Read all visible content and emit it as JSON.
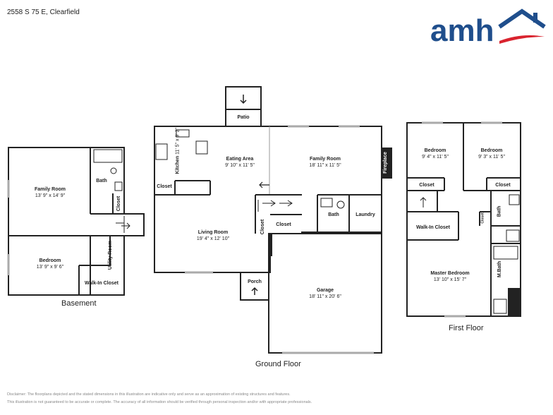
{
  "address": "2558 S 75 E, Clearfield",
  "logo": {
    "text": "amh",
    "brand_blue": "#1f4e8c",
    "brand_red": "#d9232e"
  },
  "floors": {
    "basement": "Basement",
    "ground": "Ground Floor",
    "first": "First Floor"
  },
  "rooms": {
    "basement_family": {
      "name": "Family Room",
      "dim": "13' 9\" x 14' 9\""
    },
    "basement_bath": {
      "name": "Bath"
    },
    "basement_closet": {
      "name": "Closet"
    },
    "basement_bedroom": {
      "name": "Bedroom",
      "dim": "13' 9\" x 9' 6\""
    },
    "utility": {
      "name": "Utility Room"
    },
    "basement_walkin": {
      "name": "Walk-In Closet"
    },
    "patio": {
      "name": "Patio"
    },
    "kitchen": {
      "name": "Kitchen",
      "dim": "11' 5\" x 9' 2\""
    },
    "eating": {
      "name": "Eating Area",
      "dim": "9' 10\" x 11' 5\""
    },
    "ground_family": {
      "name": "Family Room",
      "dim": "18' 11\" x 11' 5\""
    },
    "fireplace": {
      "name": "Fireplace"
    },
    "kitchen_closet": {
      "name": "Closet"
    },
    "ground_bath": {
      "name": "Bath"
    },
    "laundry": {
      "name": "Laundry"
    },
    "living": {
      "name": "Living Room",
      "dim": "19' 4\" x 12' 10\""
    },
    "closet_v": {
      "name": "Closet"
    },
    "closet_h": {
      "name": "Closet"
    },
    "porch": {
      "name": "Porch"
    },
    "garage": {
      "name": "Garage",
      "dim": "18' 11\" x 20' 6\""
    },
    "bedroom1": {
      "name": "Bedroom",
      "dim": "9' 4\" x 11' 5\""
    },
    "bedroom2": {
      "name": "Bedroom",
      "dim": "9' 3\" x 11' 5\""
    },
    "closet_b1": {
      "name": "Closet"
    },
    "closet_b2": {
      "name": "Closet"
    },
    "first_bath": {
      "name": "Bath"
    },
    "first_closet_small": {
      "name": "Closet"
    },
    "first_walkin": {
      "name": "Walk-In Closet"
    },
    "master": {
      "name": "Master Bedroom",
      "dim": "13' 10\" x 15' 7\""
    },
    "mbath": {
      "name": "M.Bath"
    }
  },
  "disclaimer": {
    "line1": "Disclaimer: The floorplans depicted and the stated dimensions in this illustration are indicative only and serve as an approximation of existing structures and features.",
    "line2": "This illustration is not guaranteed to be accurate or complete. The accuracy of all information should be verified through personal inspection and/or with appropriate professionals."
  }
}
